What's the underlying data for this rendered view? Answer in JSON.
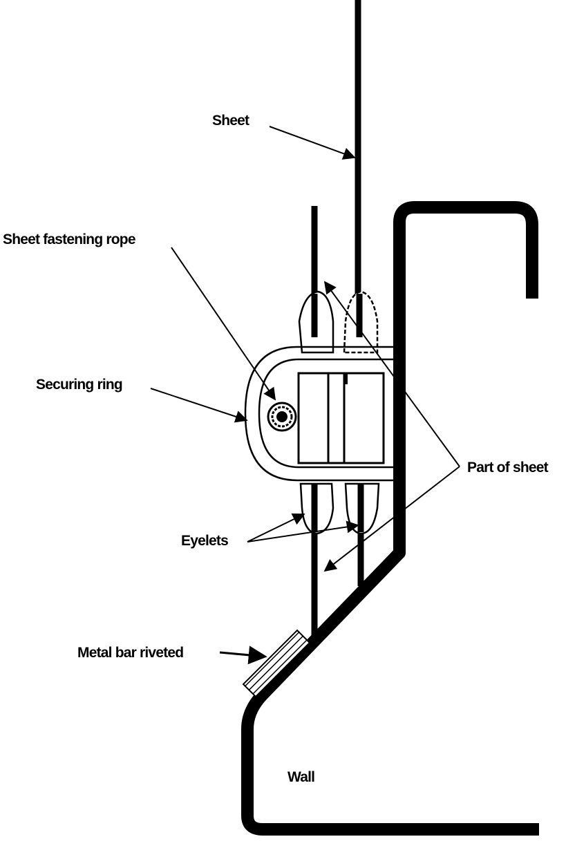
{
  "labels": {
    "sheet": "Sheet",
    "sheet_fastening_rope": "Sheet fastening rope",
    "securing_ring": "Securing ring",
    "part_of_sheet": "Part of sheet",
    "eyelets": "Eyelets",
    "metal_bar_riveted": "Metal bar riveted",
    "wall": "Wall"
  },
  "colors": {
    "line": "#000000",
    "background": "#ffffff"
  }
}
